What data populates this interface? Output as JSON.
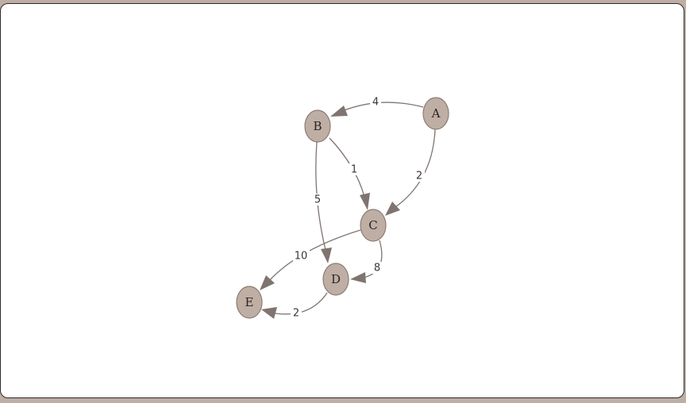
{
  "graph": {
    "colors": {
      "node_fill": "#bfaea4",
      "node_stroke": "#8b7c74",
      "edge": "#7f746f",
      "frame_background": "#bfaea4"
    },
    "nodes": [
      {
        "id": "A",
        "label": "A"
      },
      {
        "id": "B",
        "label": "B"
      },
      {
        "id": "C",
        "label": "C"
      },
      {
        "id": "D",
        "label": "D"
      },
      {
        "id": "E",
        "label": "E"
      }
    ],
    "edges": [
      {
        "from": "A",
        "to": "B",
        "weight": "4"
      },
      {
        "from": "A",
        "to": "C",
        "weight": "2"
      },
      {
        "from": "B",
        "to": "C",
        "weight": "1"
      },
      {
        "from": "B",
        "to": "D",
        "weight": "5"
      },
      {
        "from": "C",
        "to": "D",
        "weight": "8"
      },
      {
        "from": "C",
        "to": "E",
        "weight": "10"
      },
      {
        "from": "D",
        "to": "E",
        "weight": "2"
      }
    ]
  }
}
